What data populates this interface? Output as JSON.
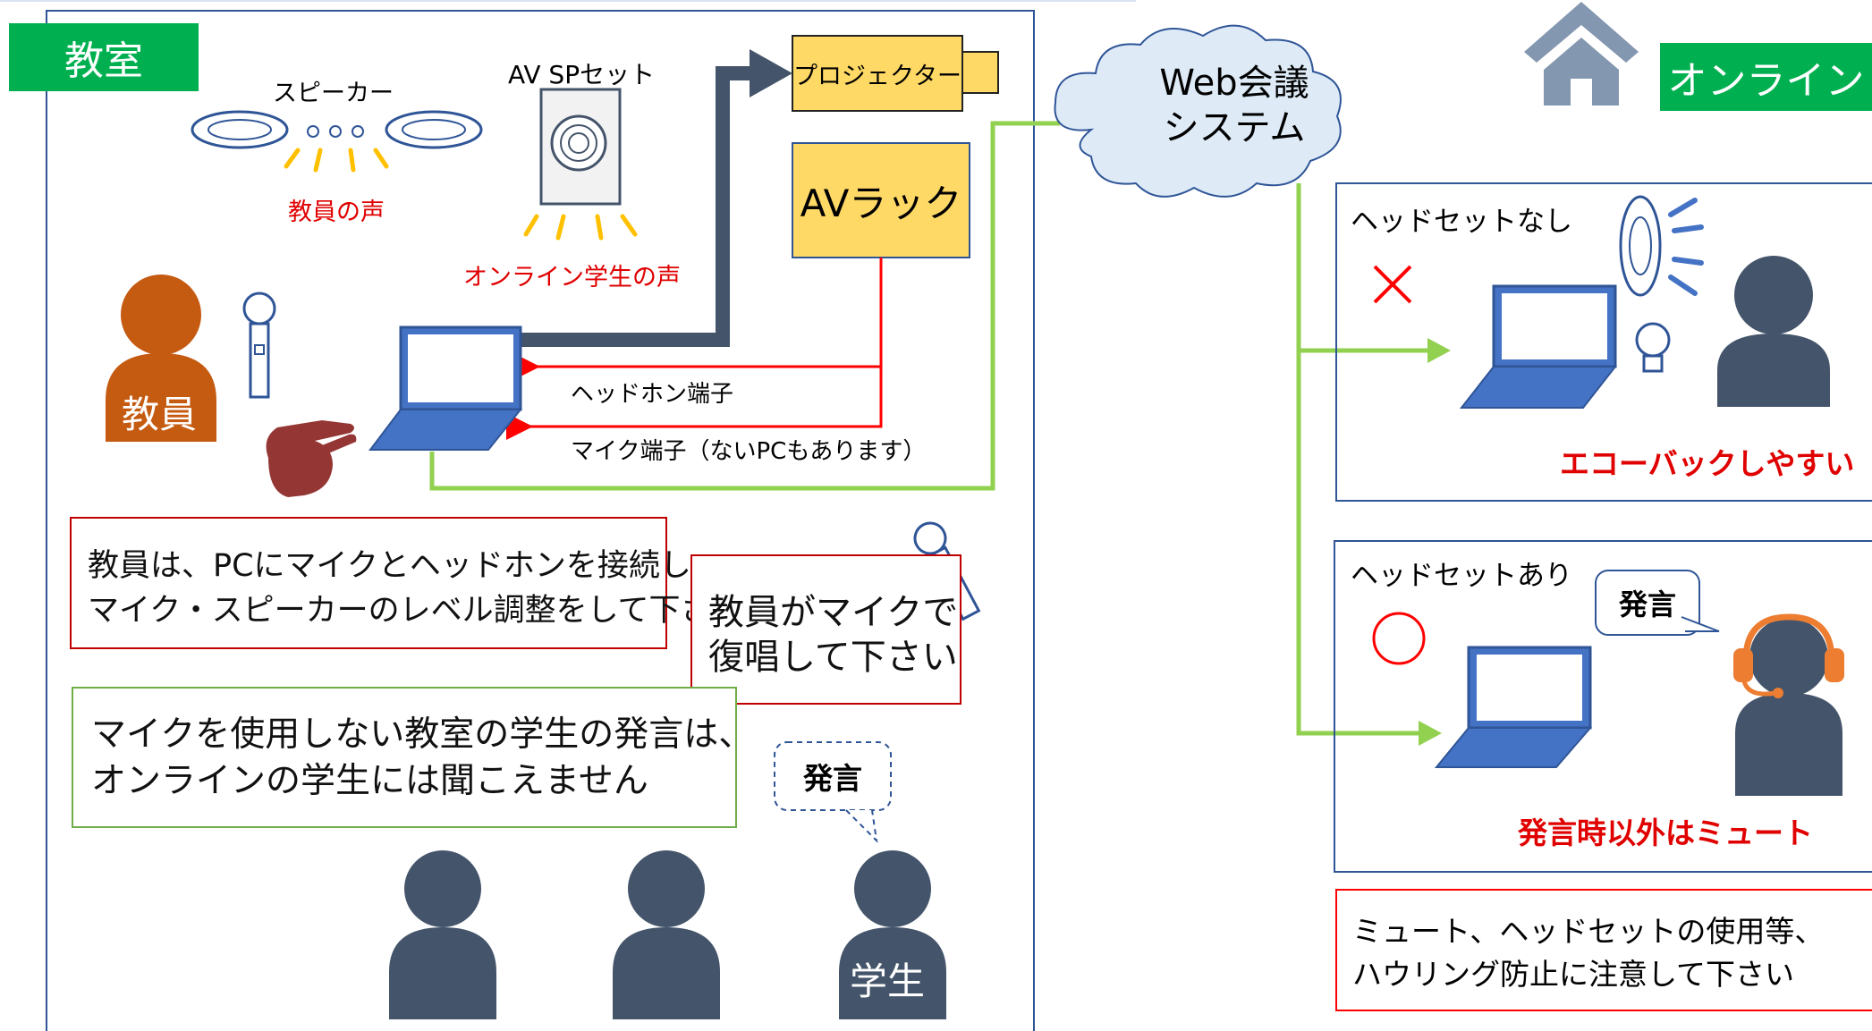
{
  "classroom": {
    "title": "教室",
    "speaker_label": "スピーカー",
    "av_sp_label": "AV SPセット",
    "teacher_voice": "教員の声",
    "online_voice": "オンライン学生の声",
    "projector": "プロジェクター",
    "av_rack": "AVラック",
    "headphone_jack": "ヘッドホン端子",
    "mic_jack": "マイク端子（ないPCもあります）",
    "teacher_label": "教員",
    "student_label": "学生",
    "student_speech": "発言"
  },
  "notes": {
    "teacher_setup": [
      "教員は、PCにマイクとヘッドホンを接続し、",
      "マイク・スピーカーのレベル調整をして下さい"
    ],
    "repeat": [
      "教員がマイクで",
      "復唱して下さい"
    ],
    "students_mic": [
      "マイクを使用しない教室の学生の発言は、",
      "オンラインの学生には聞こえません"
    ]
  },
  "cloud": {
    "lines": [
      "Web会議",
      "システム"
    ]
  },
  "online": {
    "title": "オンライン",
    "no_headset": {
      "label": "ヘッドセットなし",
      "mark": "×",
      "warning": "エコーバックしやすい"
    },
    "with_headset": {
      "label": "ヘッドセットあり",
      "mark": "○",
      "speech": "発言",
      "warning": "発言時以外はミュート"
    },
    "footer": [
      "ミュート、ヘッドセットの使用等、",
      "ハウリング防止に注意して下さい"
    ]
  },
  "colors": {
    "green": "#00b050",
    "navy": "#44546a",
    "frame": "#2f5597",
    "red": "#ff0000",
    "yellow": "#ffd966",
    "orange": "#c55a11",
    "cable_green": "#92d050",
    "cloud": "#deebf7"
  },
  "icons": [
    "speaker-icon",
    "av-speaker-icon",
    "microphone-icon",
    "laptop-icon",
    "pointing-hand-icon",
    "person-icon",
    "house-icon",
    "headset-icon",
    "cloud-icon",
    "projector-icon"
  ]
}
